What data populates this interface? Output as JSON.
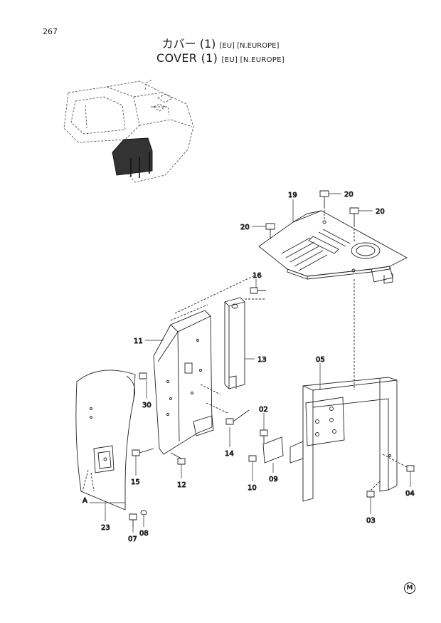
{
  "page_number": "267",
  "title_ja": {
    "main": "カバー (1)",
    "region": "[EU] [N.EUROPE]"
  },
  "title_en": {
    "main": "COVER (1)",
    "region": "[EU] [N.EUROPE]"
  },
  "part_labels": {
    "p19": "19",
    "p20a": "20",
    "p20b": "20",
    "p20c": "20",
    "p16": "16",
    "p11": "11",
    "p13": "13",
    "p05": "05",
    "p30": "30",
    "p02": "02",
    "p14": "14",
    "p15": "15",
    "p12": "12",
    "p10": "10",
    "p09": "09",
    "p04": "04",
    "p03": "03",
    "p07": "07",
    "p08": "08",
    "p23": "23",
    "pA": "A"
  },
  "maker_mark": "M"
}
